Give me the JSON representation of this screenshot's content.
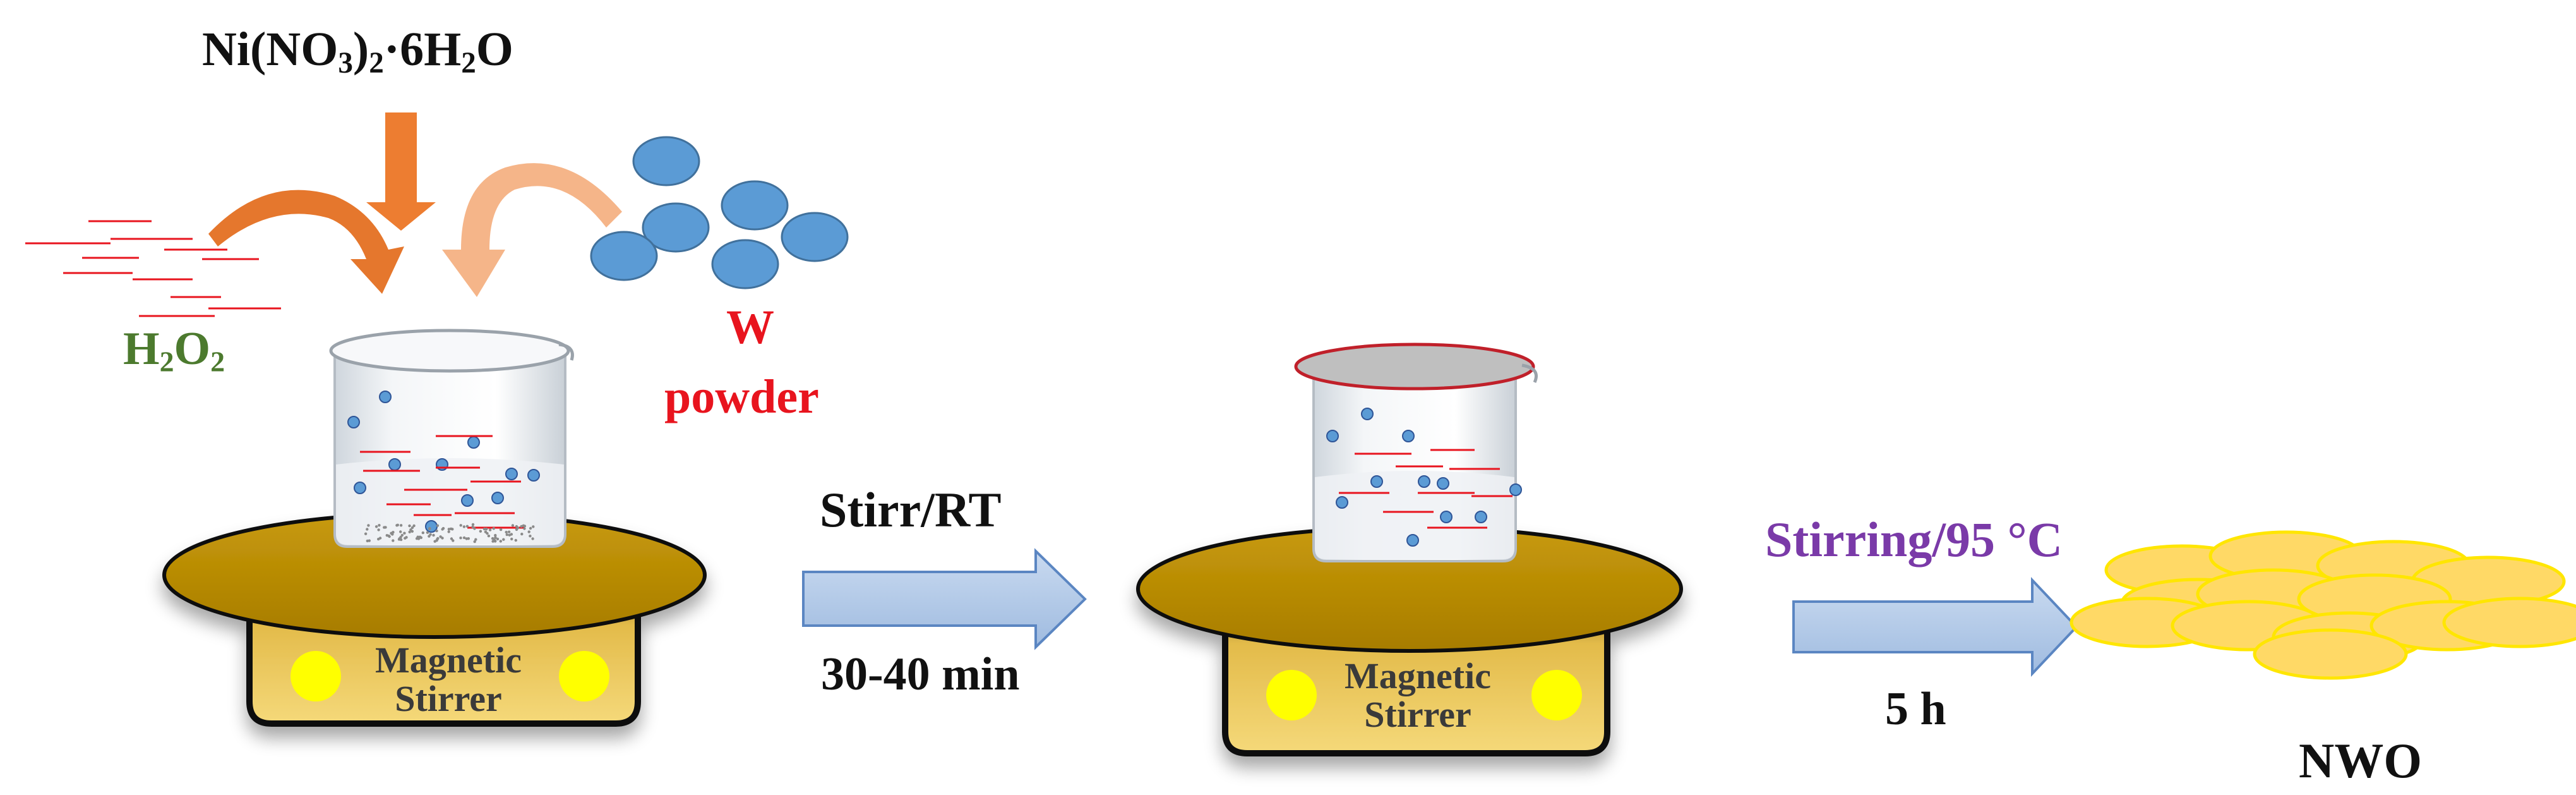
{
  "reagents": {
    "nickel": {
      "parts": [
        "Ni(NO",
        "3",
        ")",
        "2",
        "·6H",
        "2",
        "O"
      ]
    },
    "peroxide": {
      "parts": [
        "H",
        "2",
        "O",
        "2"
      ]
    },
    "tungsten": {
      "line1": "W",
      "line2": "powder"
    }
  },
  "stirrer": {
    "line1": "Magnetic",
    "line2": "Stirrer"
  },
  "steps": [
    {
      "label_top": "Stirr/RT",
      "label_bottom": "30-40 min"
    },
    {
      "label_top": "Stirring/95 °C",
      "label_bottom": "5 h"
    }
  ],
  "product": {
    "label": "NWO"
  },
  "colors": {
    "nickel_text": "#111111",
    "peroxide_text": "#4c7a2e",
    "tungsten_text": "#e8141e",
    "stir_step2_text": "#7a3aa8",
    "stirrer_plate": "#bf8f00",
    "stirrer_base": "#d9b03c",
    "knob": "#ffff00",
    "arrow_fill": "#b3c9e6",
    "arrow_stroke": "#5b86c2",
    "orange_arrow": "#ed7d31",
    "particle": "#5b9bd5",
    "nwo_fill": "#ffd966",
    "nwo_stroke": "#ffe600"
  }
}
